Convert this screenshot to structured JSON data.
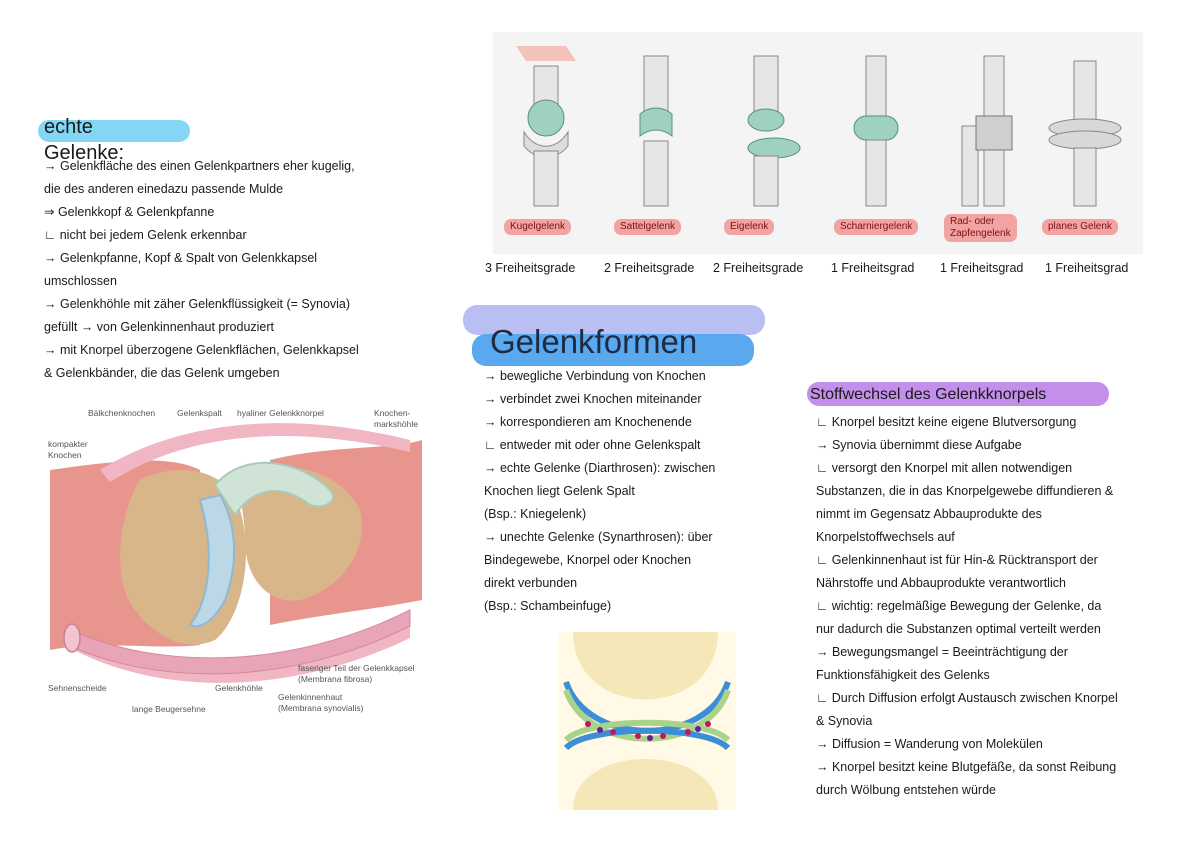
{
  "left_notes": {
    "heading_line1": "echte",
    "heading_line2": "Gelenke:",
    "lines": [
      "→ Gelenkfläche des einen Gelenkpartners eher kugelig,",
      "die des anderen einedazu passende Mulde",
      "⇒ Gelenkkopf & Gelenkpfanne",
      "∟ nicht bei jedem Gelenk erkennbar",
      "→ Gelenkpfanne, Kopf & Spalt von Gelenkkapsel",
      "umschlossen",
      "→ Gelenkhöhle mit zäher Gelenkflüssigkeit (= Synovia)",
      "gefüllt → von Gelenkinnenhaut produziert",
      "→ mit Knorpel überzogene Gelenkflächen, Gelenkkapsel",
      "& Gelenkbänder, die das Gelenk umgeben"
    ]
  },
  "anatomy_labels": {
    "balkchen": "Bälkchenknochen",
    "spalt": "Gelenkspalt",
    "hyalin": "hyaliner Gelenkknorpel",
    "mark1": "Knochen-",
    "mark2": "markshöhle",
    "kompakt1": "kompakter",
    "kompakt2": "Knochen",
    "sehnen": "Sehnenscheide",
    "hoehle": "Gelenkhöhle",
    "beuge": "lange Beugersehne",
    "faser1": "faseriger Teil der Gelenkkapsel",
    "faser2": "(Membrana fibrosa)",
    "innen1": "Gelenkinnenhaut",
    "innen2": "(Membrana synovialis)"
  },
  "joint_types": [
    {
      "label": "Kugelgelenk",
      "dof": "3 Freiheitsgrade"
    },
    {
      "label": "Sattelgelenk",
      "dof": "2 Freiheitsgrade"
    },
    {
      "label": "Eigelenk",
      "dof": "2 Freiheitsgrade"
    },
    {
      "label": "Scharniergelenk",
      "dof": "1 Freiheitsgrad"
    },
    {
      "label": "Rad- oder",
      "label2": "Zapfengelenk",
      "dof": "1 Freiheitsgrad"
    },
    {
      "label": "planes Gelenk",
      "dof": "1 Freiheitsgrad"
    }
  ],
  "gelenkformen": {
    "title": "Gelenkformen",
    "lines": [
      "→ bewegliche Verbindung von Knochen",
      "→ verbindet zwei Knochen miteinander",
      "→ korrespondieren am Knochenende",
      "∟ entweder mit oder ohne Gelenkspalt",
      "→ echte Gelenke (Diarthrosen): zwischen",
      "Knochen liegt Gelenk Spalt",
      "(Bsp.: Kniegelenk)",
      "→ unechte Gelenke (Synarthrosen): über",
      "Bindegewebe, Knorpel oder Knochen",
      "direkt verbunden",
      "(Bsp.: Schambeinfuge)"
    ]
  },
  "stoffwechsel": {
    "title": "Stoffwechsel des Gelenkknorpels",
    "lines": [
      "∟ Knorpel besitzt keine eigene Blutversorgung",
      "→ Synovia übernimmt diese Aufgabe",
      "∟ versorgt den Knorpel mit allen notwendigen",
      "Substanzen, die in das Knorpelgewebe diffundieren &",
      "nimmt im Gegensatz Abbauprodukte des",
      "Knorpelstoffwechsels auf",
      "∟ Gelenkinnenhaut ist für Hin-& Rücktransport der",
      "Nährstoffe und Abbauprodukte verantwortlich",
      "∟ wichtig: regelmäßige Bewegung der Gelenke, da",
      "nur dadurch die Substanzen optimal verteilt werden",
      "→ Bewegungsmangel = Beeinträchtigung der",
      "Funktionsfähigkeit des Gelenks",
      "∟ Durch Diffusion erfolgt Austausch zwischen Knorpel",
      "& Synovia",
      "→ Diffusion = Wanderung von Molekülen",
      "→ Knorpel besitzt keine Blutgefäße, da sonst Reibung",
      "durch Wölbung entstehen würde"
    ]
  },
  "colors": {
    "highlight_blue": "#5aa8ee",
    "highlight_lavender": "#b9bff2",
    "highlight_purple": "#b87be8",
    "label_red": "#f2a3a3"
  }
}
